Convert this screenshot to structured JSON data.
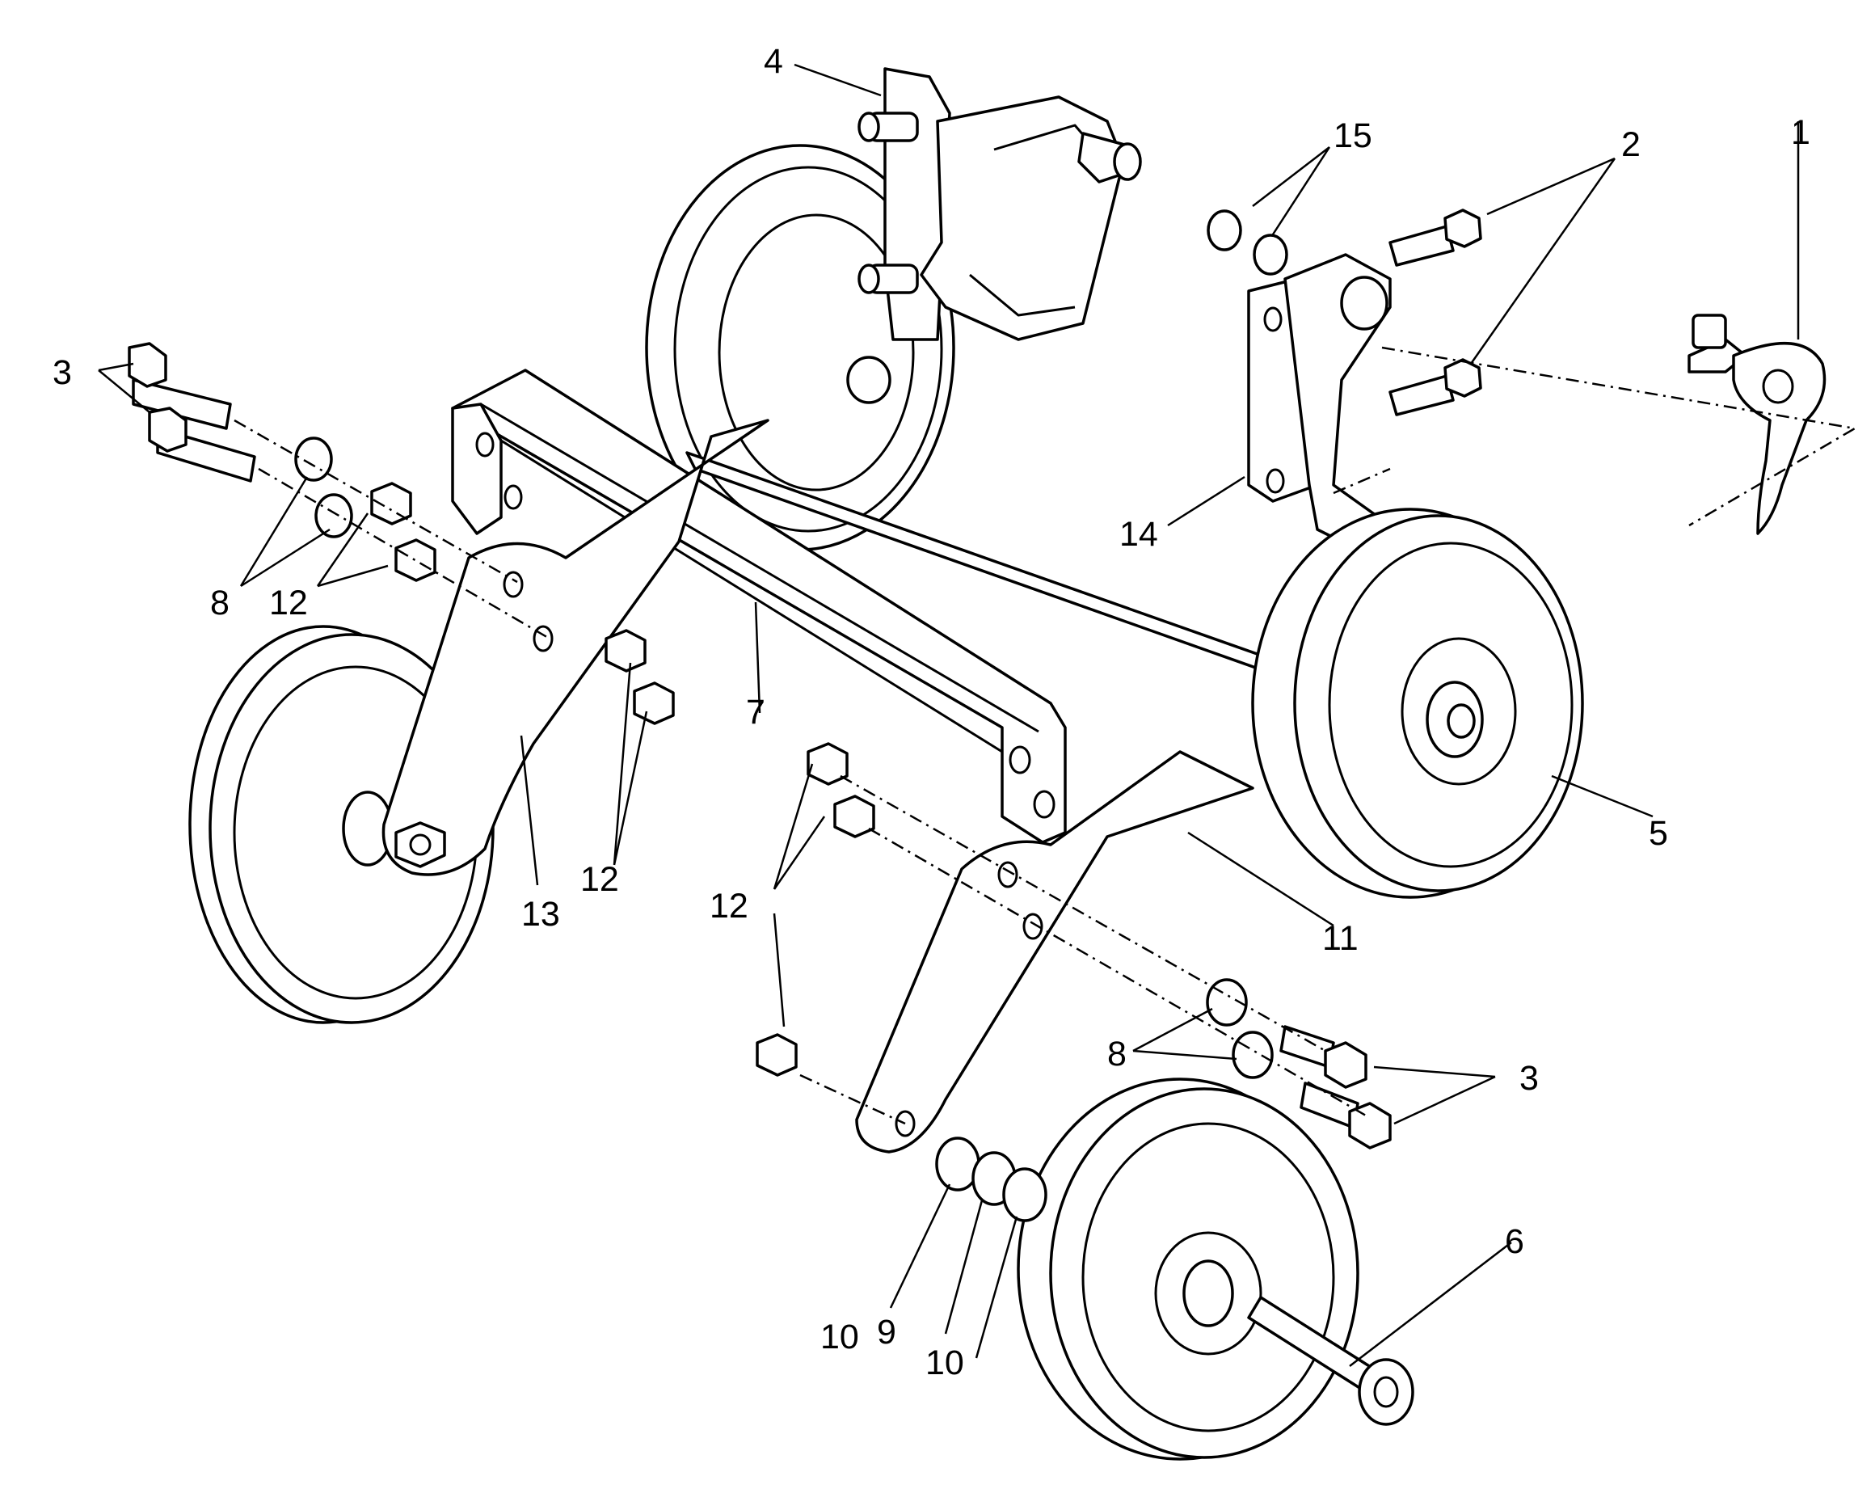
{
  "callouts": {
    "c1": "1",
    "c2": "2",
    "c3a": "3",
    "c3b": "3",
    "c4": "4",
    "c5": "5",
    "c6": "6",
    "c7": "7",
    "c8a": "8",
    "c8b": "8",
    "c9": "9",
    "c10a": "10",
    "c10b": "10",
    "c11": "11",
    "c12a": "12",
    "c12b": "12",
    "c12c": "12",
    "c13": "13",
    "c14": "14",
    "c15": "15"
  },
  "colors": {
    "ink": "#000000",
    "paper": "#ffffff"
  }
}
